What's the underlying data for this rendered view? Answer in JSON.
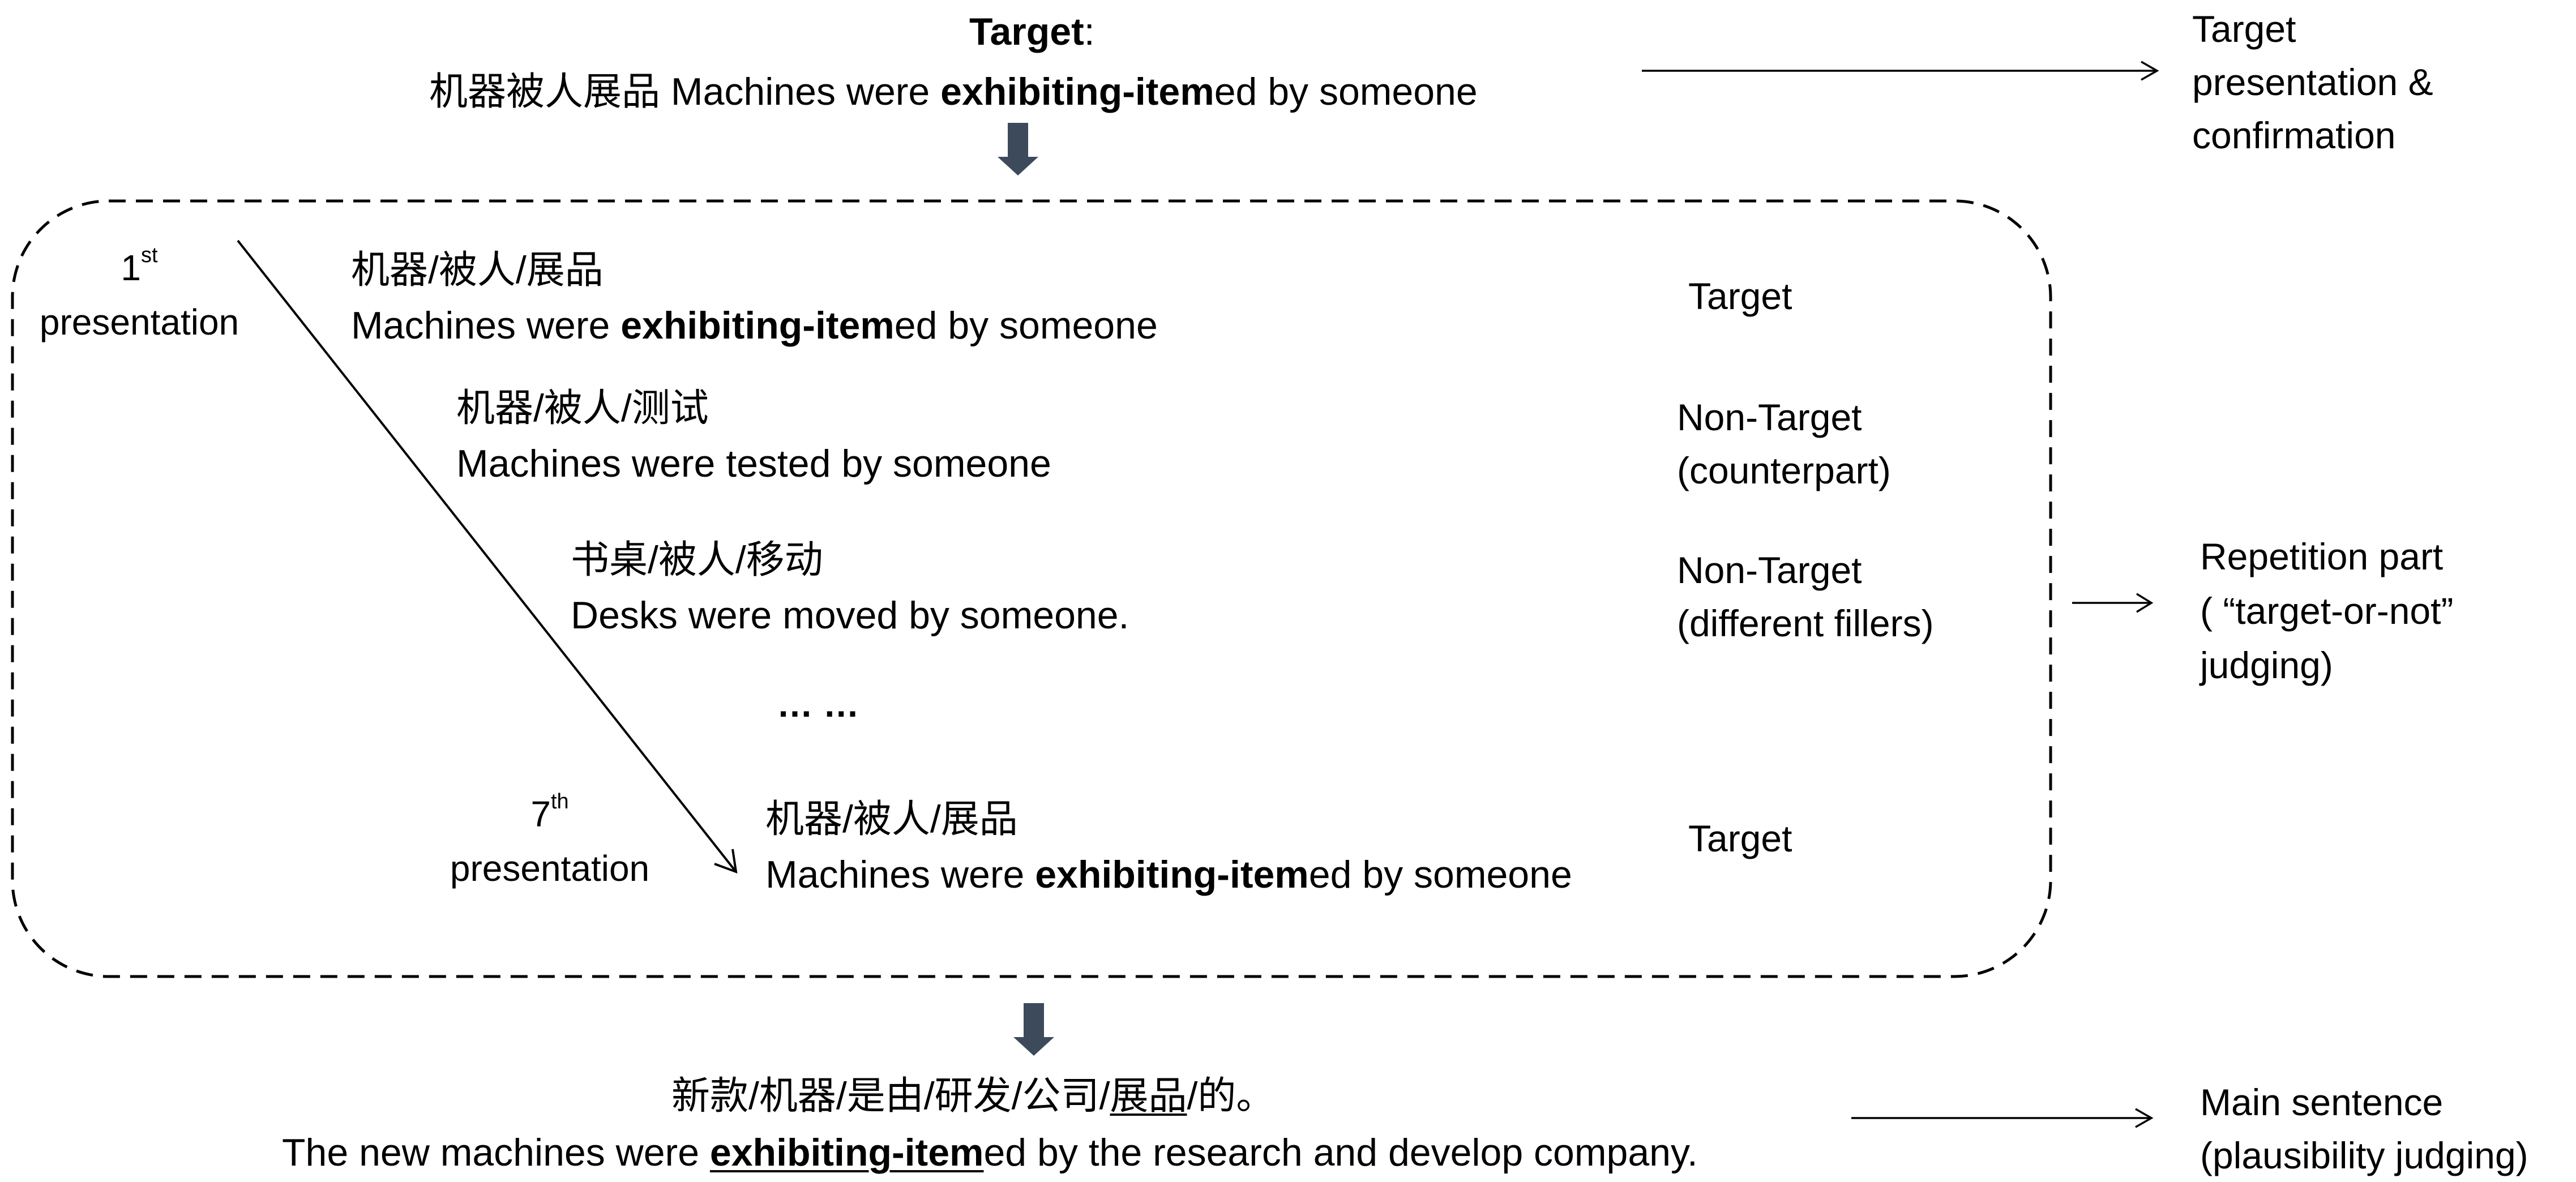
{
  "target_block": {
    "heading": "Target",
    "heading_colon": ":",
    "zh": "机器被人展品",
    "en_before": "Machines were ",
    "en_bold": "exhibiting-item",
    "en_after": "ed by someone"
  },
  "right_labels": {
    "target_presentation": [
      "Target",
      "presentation &",
      "confirmation"
    ],
    "repetition": [
      "Repetition part",
      "( “target-or-not”",
      "judging)"
    ],
    "main_sentence": [
      "Main sentence",
      "(plausibility judging)"
    ]
  },
  "presentations": {
    "first": {
      "ordinal": "1",
      "suffix": "st",
      "label": "presentation"
    },
    "seventh": {
      "ordinal": "7",
      "suffix": "th",
      "label": "presentation"
    }
  },
  "items": [
    {
      "zh": "机器/被人/展品",
      "en_before": "Machines were ",
      "en_bold": "exhibiting-item",
      "en_after": "ed by someone",
      "type": [
        "Target"
      ]
    },
    {
      "zh": "机器/被人/测试",
      "en_before": "Machines were tested by someone",
      "en_bold": "",
      "en_after": "",
      "type": [
        "Non-Target",
        "(counterpart)"
      ]
    },
    {
      "zh": "书桌/被人/移动",
      "en_before": "Desks were moved by someone.",
      "en_bold": "",
      "en_after": "",
      "type": [
        "Non-Target",
        "(different fillers)"
      ]
    },
    {
      "zh": "机器/被人/展品",
      "en_before": "Machines were ",
      "en_bold": "exhibiting-item",
      "en_after": "ed by someone",
      "type": [
        "Target"
      ]
    }
  ],
  "ellipsis": "… …",
  "main": {
    "zh_before": "新款/机器/是由/研发/公司/",
    "zh_underlined": "展品",
    "zh_after": "/的。",
    "en_before": "The new machines were ",
    "en_bold_underlined": "exhibiting-item",
    "en_after": "ed by the research and develop company."
  },
  "colors": {
    "block_arrow": "#3d4a5c",
    "line": "#000000"
  }
}
